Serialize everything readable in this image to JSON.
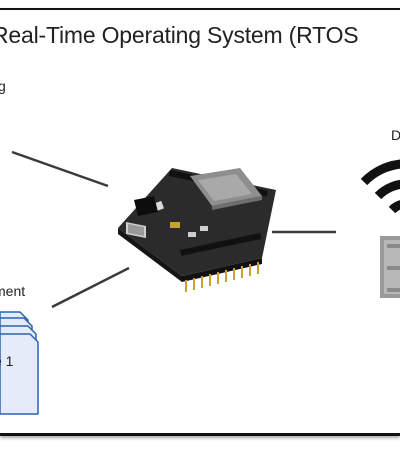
{
  "diagram": {
    "title": "Real-Time Operating System (RTOS",
    "label_top_left": "g",
    "label_top_right": "D",
    "label_left_mid": "ment",
    "stack_label": "e 1"
  },
  "icons": {
    "board": "microcontroller-board-icon",
    "wifi": "wifi-icon",
    "display": "seven-segment-display-icon",
    "docs": "document-stack-icon"
  }
}
